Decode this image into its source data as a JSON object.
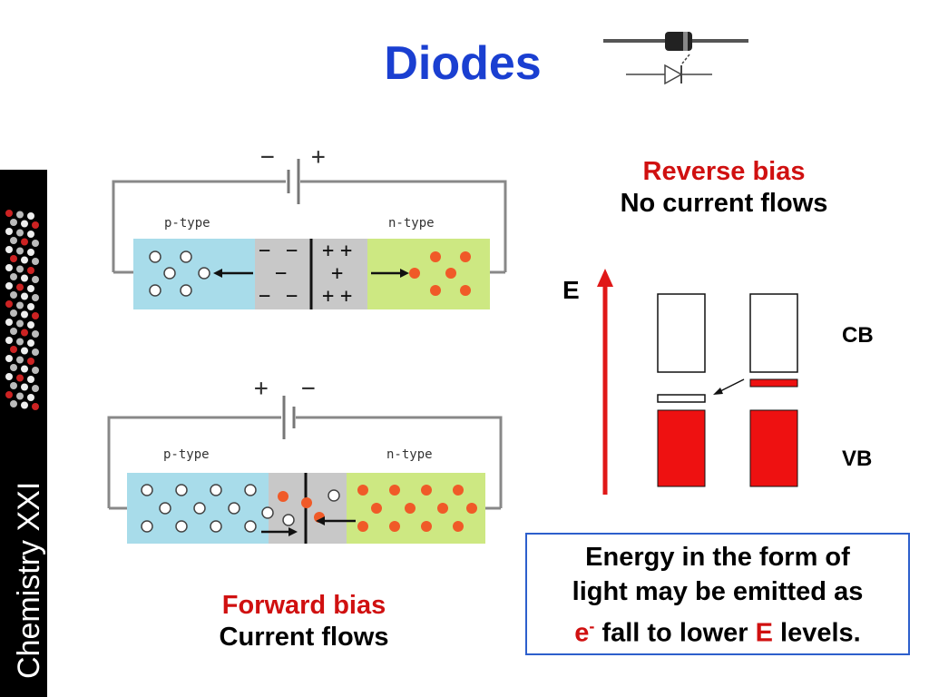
{
  "title": "Diodes",
  "sidebar": {
    "text": "Chemistry XXI"
  },
  "top_diagram": {
    "battery_minus": "−",
    "battery_plus": "+",
    "p_label": "p-type",
    "n_label": "n-type",
    "depletion_row1": "−  −  |  + +",
    "depletion_row2": "−   |   +",
    "depletion_row3": "−  −  |  + +"
  },
  "bottom_diagram": {
    "battery_plus": "+",
    "battery_minus": "−",
    "p_label": "p-type",
    "n_label": "n-type"
  },
  "reverse": {
    "title": "Reverse bias",
    "subtitle": "No current flows"
  },
  "forward": {
    "title": "Forward bias",
    "subtitle": "Current flows"
  },
  "energy": {
    "axis_label": "E",
    "cb_label": "CB",
    "vb_label": "VB"
  },
  "callout": {
    "line1": "Energy in the form of",
    "line2": "light may be emitted as",
    "e_symbol": "e",
    "e_sup": "-",
    "mid": " fall to lower ",
    "e_red": "E",
    "end": " levels."
  },
  "colors": {
    "title": "#1a3fd1",
    "accent_red": "#d01010",
    "p_region": "#a8dcea",
    "n_region": "#cde882",
    "depletion": "#c8c8c8",
    "electron": "#f05a28",
    "callout_border": "#2d5fcc"
  }
}
